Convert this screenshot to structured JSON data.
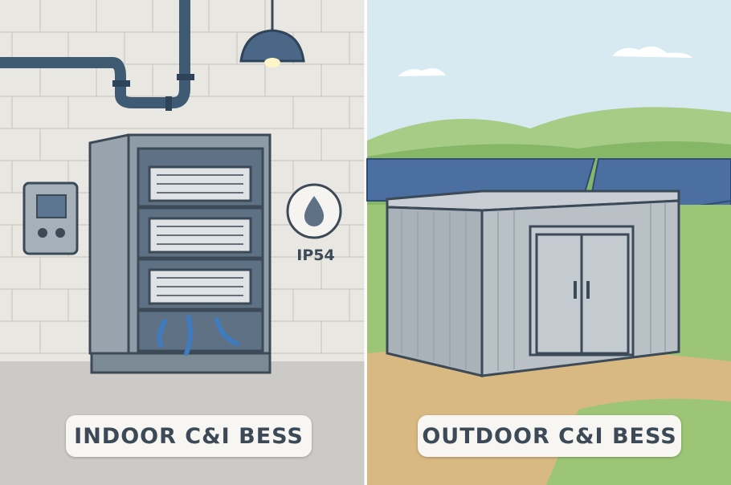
{
  "left_panel": {
    "label": "INDOOR C&I BESS",
    "badge": "IP54"
  },
  "right_panel": {
    "label": "OUTDOOR C&I BESS"
  },
  "colors": {
    "text": "#3c4a57",
    "wall": "#e8e7e2",
    "sky": "#d7eaf1",
    "grass": "#8fbf6a",
    "panel": "#4a6fa0"
  }
}
